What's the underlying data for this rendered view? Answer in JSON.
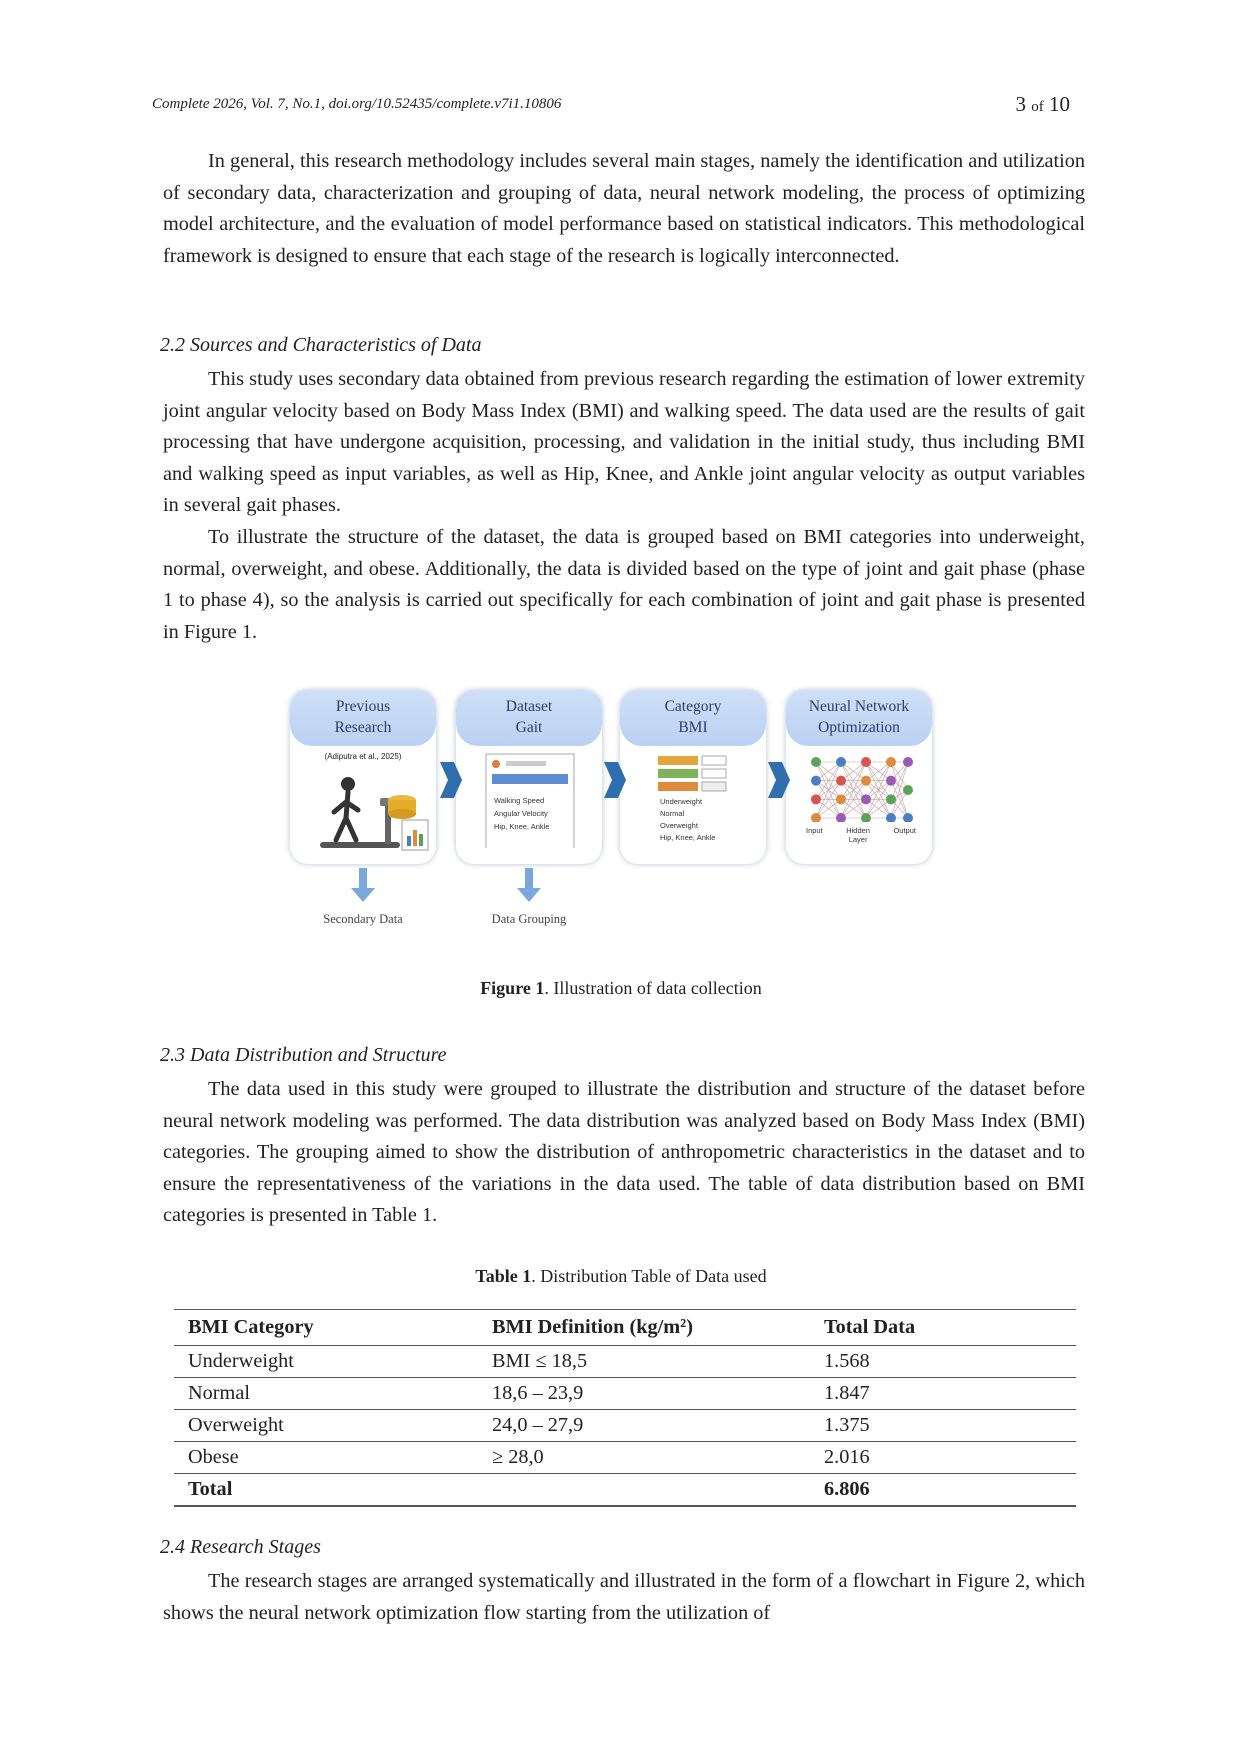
{
  "header": {
    "journal": "Complete 2026, Vol. 7, No.1, doi.org/10.52435/complete.v7i1.10806",
    "page_num": "3",
    "of_text": "of",
    "page_total": "10"
  },
  "paragraphs": {
    "p1": "In general, this research methodology includes several main stages, namely the identification and utilization of secondary data, characterization and grouping of data, neural network modeling, the process of optimizing model architecture, and the evaluation of model performance based on statistical indicators. This methodological framework is designed to ensure that each stage of the research is logically interconnected.",
    "p2": "This study uses secondary data obtained from previous research regarding the estimation of lower extremity joint angular velocity based on Body Mass Index (BMI) and walking speed. The data used are the results of gait processing that have undergone acquisition, processing, and validation in the initial study, thus including BMI and walking speed as input variables, as well as Hip, Knee, and Ankle joint angular velocity as output variables in several gait phases.",
    "p3": "To illustrate the structure of the dataset, the data is grouped based on BMI categories into underweight, normal, overweight, and obese. Additionally, the data is divided based on the type of joint and gait phase (phase 1 to phase 4), so the analysis is carried out specifically for each combination of joint and gait phase is presented in Figure 1.",
    "p4": "The data used in this study were grouped to illustrate the distribution and structure of the dataset before neural network modeling was performed. The data distribution was analyzed based on Body Mass Index (BMI) categories. The grouping aimed to show the distribution of anthropometric characteristics in the dataset and to ensure the representativeness of the variations in the data used. The table of data distribution based on BMI categories is presented in Table 1.",
    "p5": "The research stages are arranged systematically and illustrated in the form of a flowchart in Figure 2, which shows the neural network optimization flow starting from the utilization of"
  },
  "sections": {
    "s22": "2.2 Sources and Characteristics of Data",
    "s23": "2.3 Data Distribution and Structure",
    "s24": "2.4 Research Stages"
  },
  "figure1": {
    "caption_label": "Figure 1",
    "caption_text": ". Illustration of data collection",
    "cards": [
      {
        "line1": "Previous",
        "line2": "Research",
        "note": "(Adiputra et al., 2025)"
      },
      {
        "line1": "Dataset",
        "line2": "Gait",
        "items": [
          "Walking Speed",
          "Angular Velocity",
          "Hip, Knee, Ankle"
        ]
      },
      {
        "line1": "Category",
        "line2": "BMI",
        "items": [
          "Underweight",
          "Normal",
          "Overweight",
          "Hip, Knee, Ankle"
        ]
      },
      {
        "line1": "Neural Network",
        "line2": "Optimization",
        "layers": [
          "Input",
          "Hidden Layer",
          "Output"
        ]
      }
    ],
    "bottom_labels": [
      "Secondary Data",
      "Data Grouping"
    ]
  },
  "table1": {
    "caption_label": "Table 1",
    "caption_text": ". Distribution Table of Data used",
    "headers": [
      "BMI Category",
      "BMI Definition (kg/m²)",
      "Total Data"
    ],
    "rows": [
      [
        "Underweight",
        "BMI ≤ 18,5",
        "1.568"
      ],
      [
        "Normal",
        "18,6 – 23,9",
        "1.847"
      ],
      [
        "Overweight",
        "24,0 – 27,9",
        "1.375"
      ],
      [
        "Obese",
        "≥ 28,0",
        "2.016"
      ]
    ],
    "total": [
      "Total",
      "",
      "6.806"
    ]
  },
  "colors": {
    "card_header": "#c5dbf5",
    "chevron": "#2f6fb0",
    "down_arrow": "#7aa8dc"
  }
}
